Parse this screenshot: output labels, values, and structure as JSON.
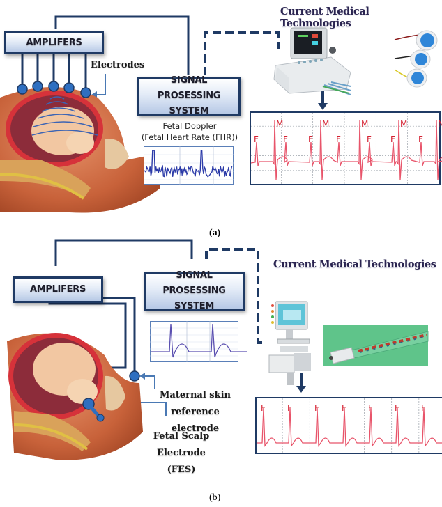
{
  "figure": {
    "panels": [
      {
        "id": "a",
        "caption": "(a)",
        "amplifiers_label": "AMPLIFERS",
        "signal_box_label_line1": "SIGNAL PROSESSING",
        "signal_box_label_line2": "SYSTEM",
        "electrodes_label": "Electrodes",
        "doppler_label_line1": "Fetal Doppler",
        "doppler_label_line2": "(Fetal Heart Rate (FHR))",
        "tech_title": "Current Medical Technologies",
        "device_image": "fetal-monitor-device",
        "electrode_image": "three-abdominal-electrode-pads",
        "electrode_count": 5,
        "ecg_trace": {
          "maternal_peak_label": "M",
          "fetal_peak_label": "F",
          "maternal_peak_count": 5,
          "fetal_peak_count": 7,
          "trace_color": "#e8546a"
        }
      },
      {
        "id": "b",
        "caption": "(b)",
        "amplifiers_label": "AMPLIFERS",
        "signal_box_label_line1": "SIGNAL PROSESSING",
        "signal_box_label_line2": "SYSTEM",
        "maternal_electrode_label_line1": "Maternal skin reference",
        "maternal_electrode_label_line2": "electrode",
        "fes_label_line1": "Fetal Scalp",
        "fes_label_line2": "Electrode (FES)",
        "tech_title": "Current Medical Technologies",
        "device_image": "cart-mounted-monitor",
        "electrode_image": "fetal-scalp-electrode-wire",
        "ecg_trace": {
          "fetal_peak_label": "F",
          "fetal_peak_count": 7,
          "trace_color": "#e8546a"
        }
      }
    ],
    "colors": {
      "connector": "#1f3a64",
      "electrode_dot": "#2f6fc0",
      "arrow": "#4a79b4",
      "title_text": "#2a2450",
      "ecg_red": "#e8546a",
      "doppler_blue": "#2b3aa8"
    }
  }
}
